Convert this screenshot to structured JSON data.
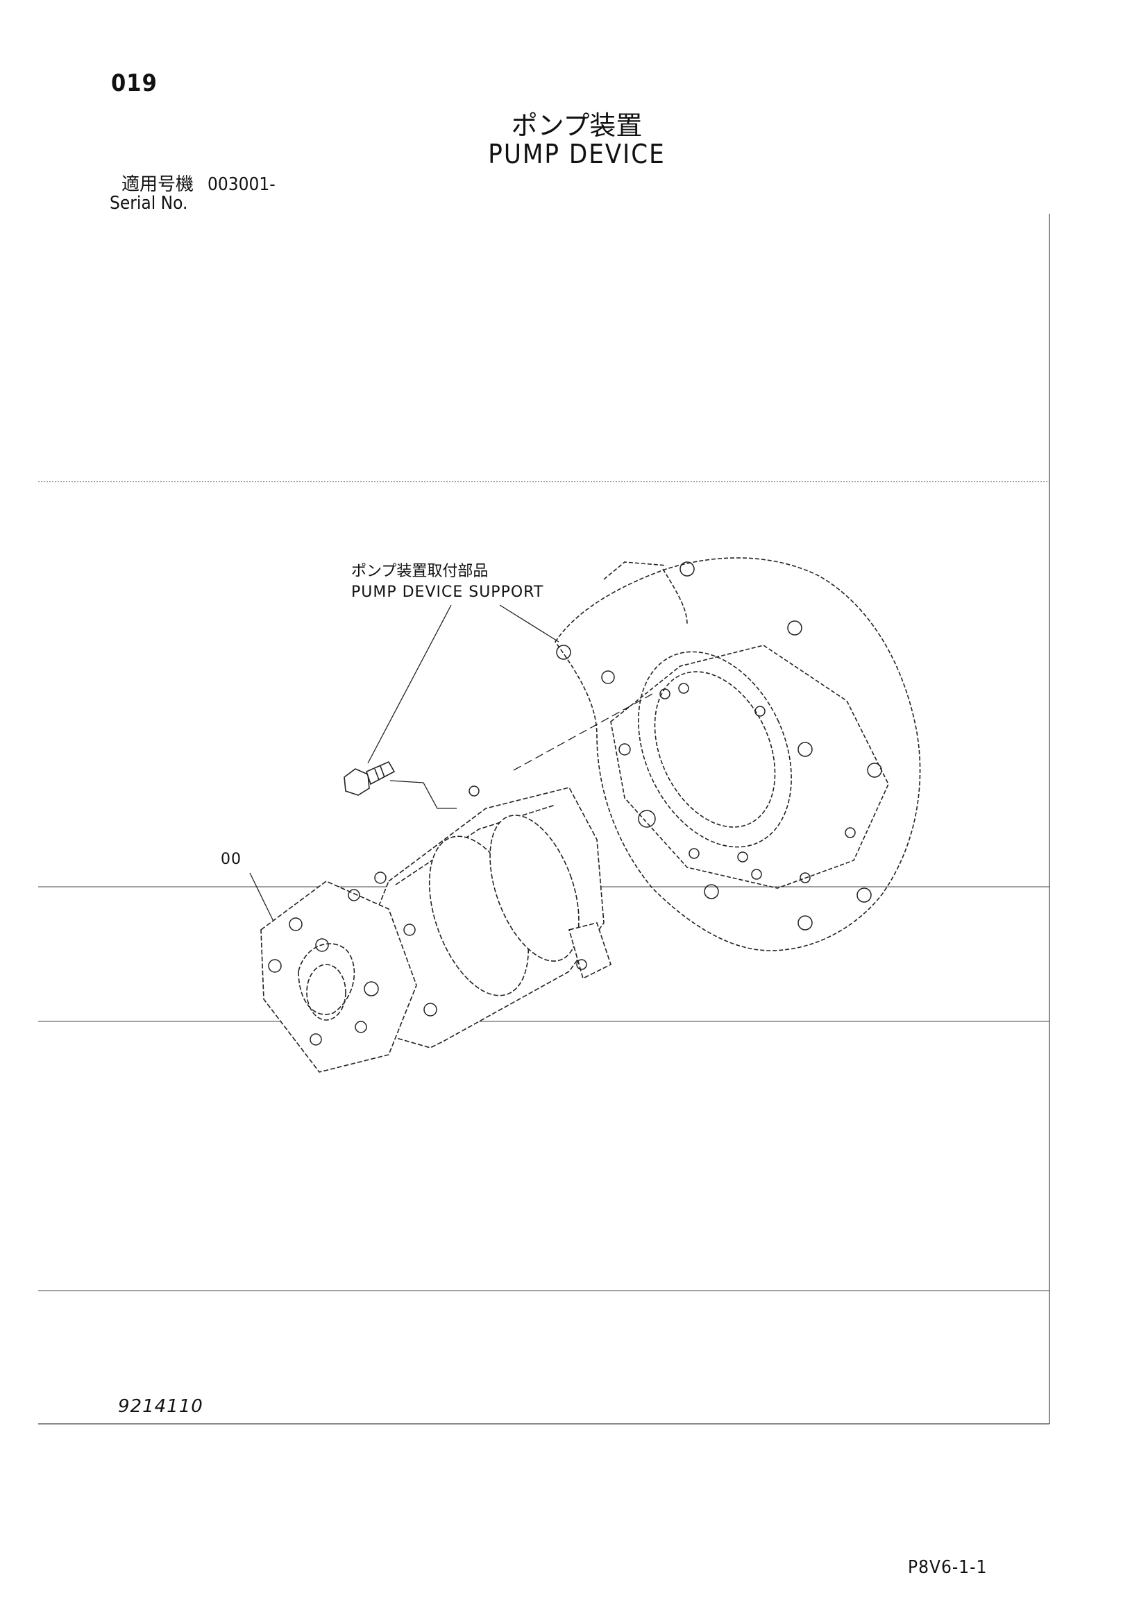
{
  "header": {
    "page_number": "019",
    "title_jp": "ポンプ装置",
    "title_en": "PUMP DEVICE",
    "serial_label_jp": "適用号機",
    "serial_value": "003001-",
    "serial_label_en": "Serial No."
  },
  "diagram": {
    "callout_support_jp": "ポンプ装置取付部品",
    "callout_support_en": "PUMP DEVICE SUPPORT",
    "callout_part_number": "00"
  },
  "footer": {
    "drawing_number": "9214110",
    "page_code": "P8V6-1-1"
  }
}
